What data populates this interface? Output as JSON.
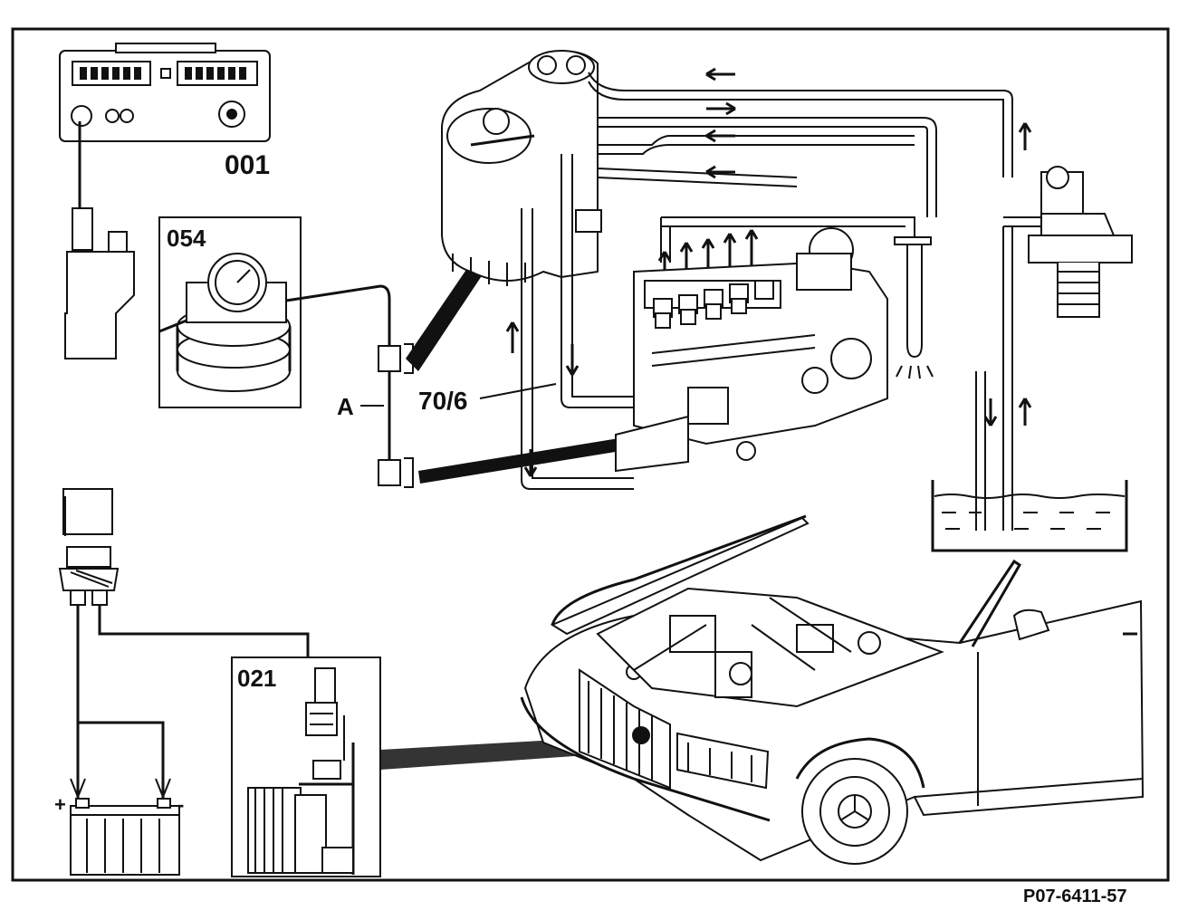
{
  "labels": {
    "tester": "001",
    "gauge": "054",
    "sensor": "021",
    "bracket": "A",
    "line": "70/6",
    "figure_code": "P07-6411-57"
  },
  "battery": {
    "plus": "+",
    "minus": "-"
  },
  "colors": {
    "ink": "#111111",
    "paper": "#ffffff"
  }
}
